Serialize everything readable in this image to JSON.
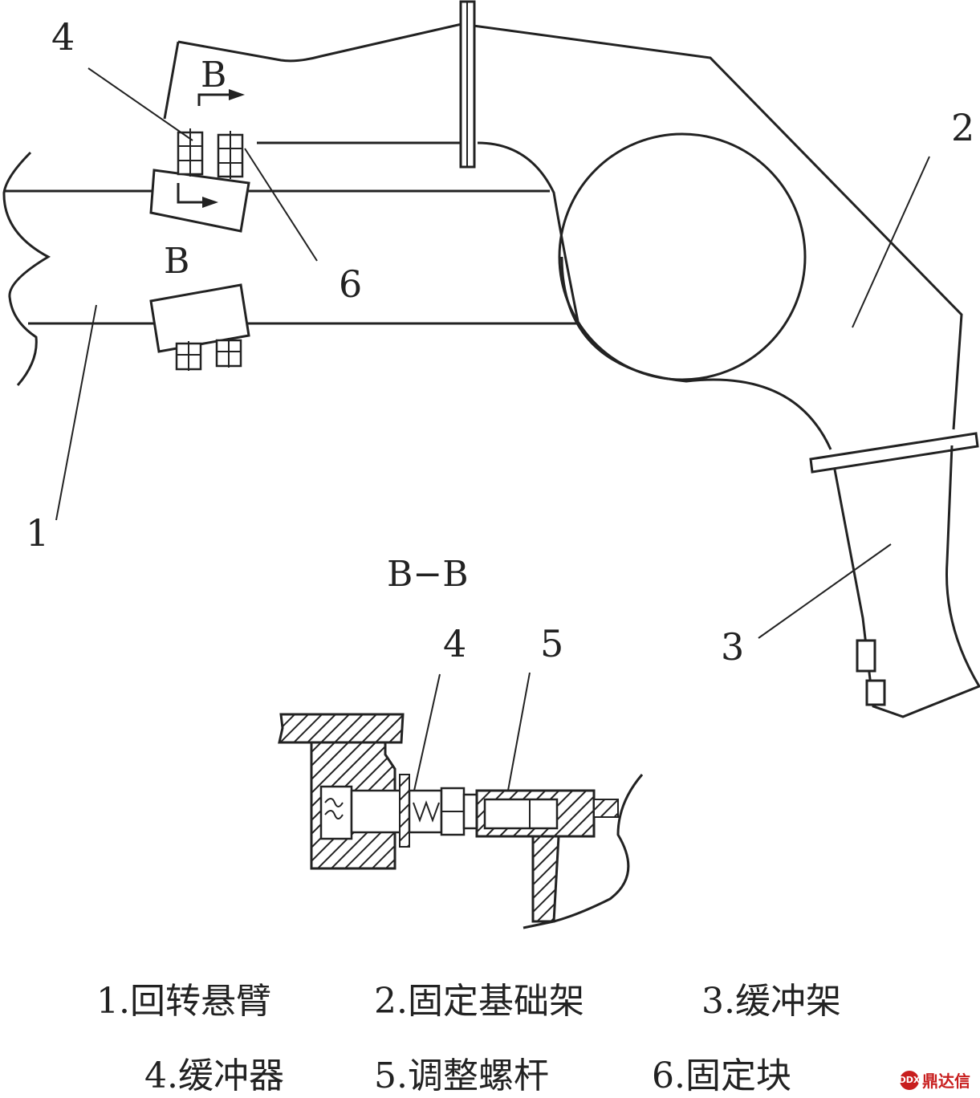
{
  "part_numbers": {
    "n1": "1",
    "n2": "2",
    "n3": "3",
    "n4": "4",
    "n6": "6",
    "n4b": "4",
    "n5": "5"
  },
  "section_marks": {
    "top": "B",
    "bottom": "B",
    "view_title": "B−B"
  },
  "captions": {
    "line1": [
      "1.回转悬臂",
      "2.固定基础架",
      "3.缓冲架"
    ],
    "line2": [
      "4.缓冲器",
      "5.调整螺杆",
      "6.固定块"
    ]
  },
  "watermark": {
    "text": "鼎达信",
    "logo": "DDX"
  }
}
